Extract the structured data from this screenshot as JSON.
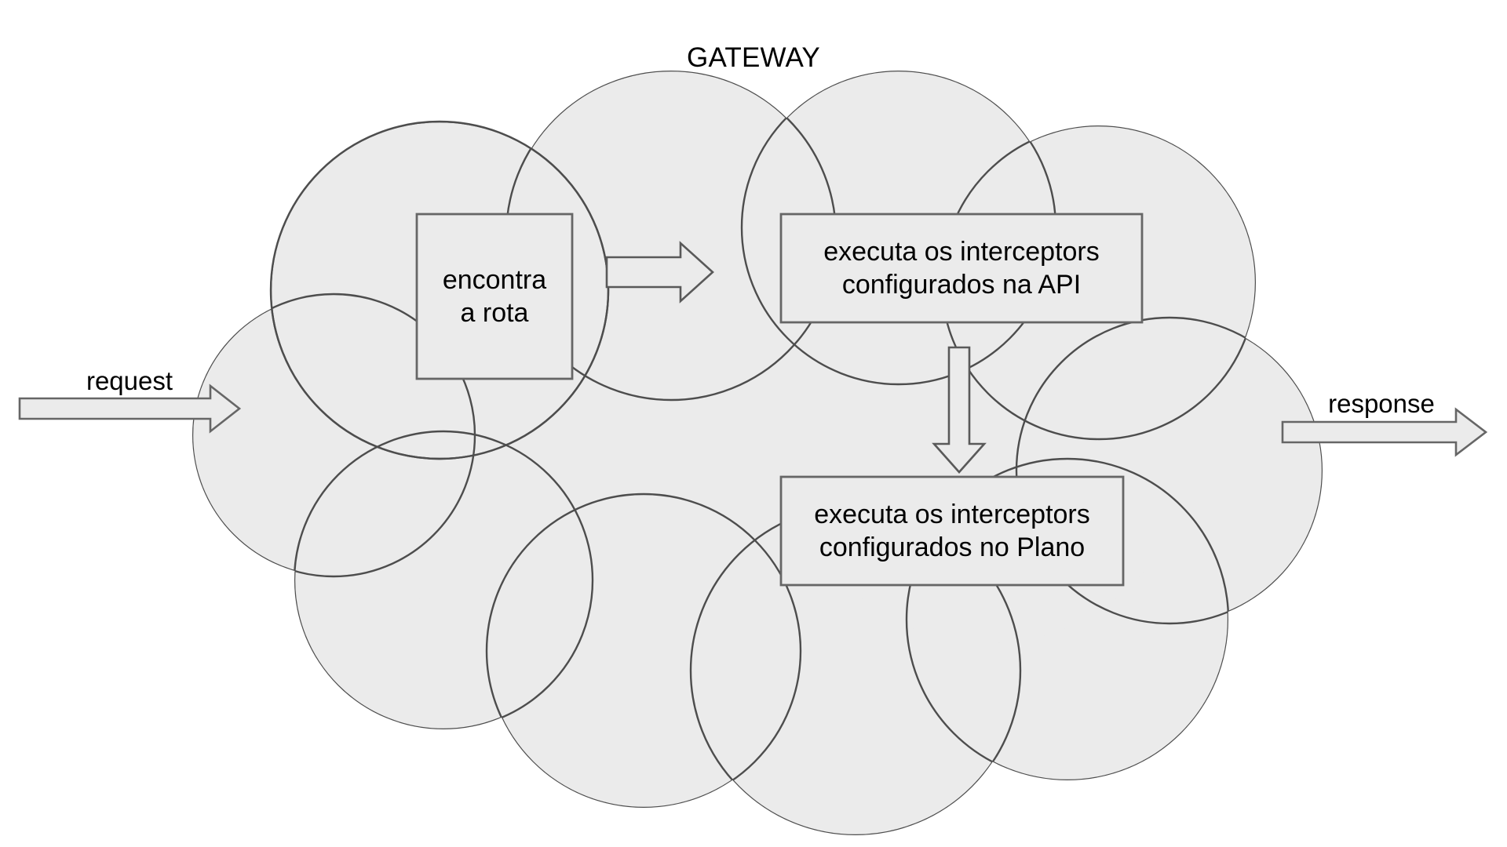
{
  "diagram": {
    "title": "GATEWAY",
    "type": "flow-diagram",
    "colors": {
      "cloud_fill": "#ebebeb",
      "cloud_stroke": "#4d4d4d",
      "box_fill": "#ebebeb",
      "box_stroke": "#666666",
      "arrow_fill": "#ebebeb",
      "arrow_stroke": "#666666",
      "inner_arrow_fill": "#ebebeb",
      "inner_arrow_stroke": "#595959",
      "text": "#000000",
      "background": "#ffffff"
    },
    "external_arrows": [
      {
        "name": "request",
        "label": "request",
        "direction": "right",
        "from": "client",
        "to": "gateway"
      },
      {
        "name": "response",
        "label": "response",
        "direction": "right",
        "from": "gateway",
        "to": "client"
      }
    ],
    "cloud": {
      "name": "gateway-cloud",
      "label": "GATEWAY"
    },
    "boxes": [
      {
        "id": "find-route",
        "label": "encontra\na rota",
        "icon": "process-box"
      },
      {
        "id": "api-interceptors",
        "label": "executa os interceptors\nconfigurados na API",
        "icon": "process-box"
      },
      {
        "id": "plan-interceptors",
        "label": "executa os interceptors\nconfigurados no Plano",
        "icon": "process-box"
      }
    ],
    "connectors": [
      {
        "name": "find-route-to-api-interceptors",
        "direction": "right",
        "from": "find-route",
        "to": "api-interceptors"
      },
      {
        "name": "api-interceptors-to-plan-interceptors",
        "direction": "down",
        "from": "api-interceptors",
        "to": "plan-interceptors"
      }
    ]
  }
}
